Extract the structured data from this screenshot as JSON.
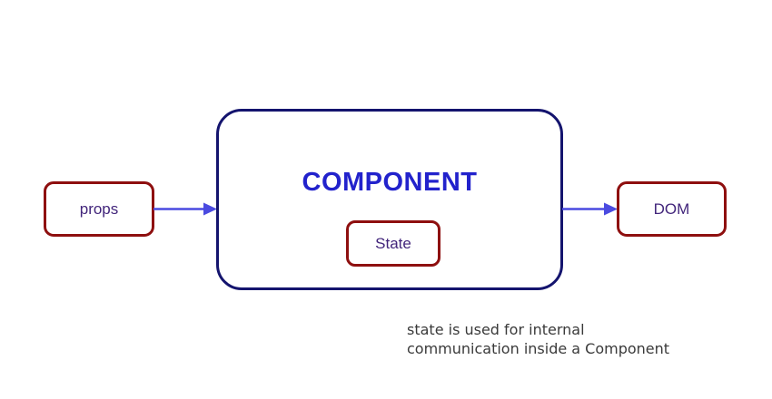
{
  "diagram": {
    "props_box": {
      "label": "props"
    },
    "component_box": {
      "title": "COMPONENT",
      "state_box": {
        "label": "State"
      }
    },
    "dom_box": {
      "label": "DOM"
    },
    "caption": {
      "line1": "state is used for internal",
      "line2": "communication inside a Component"
    }
  },
  "colors": {
    "box_border_red": "#8e0f0f",
    "component_border_navy": "#14146e",
    "component_title_blue": "#2222cc",
    "box_text_purple": "#42257b",
    "arrow_blue": "#4a4ae0",
    "caption_gray": "#3a3a3a",
    "background": "#ffffff"
  }
}
